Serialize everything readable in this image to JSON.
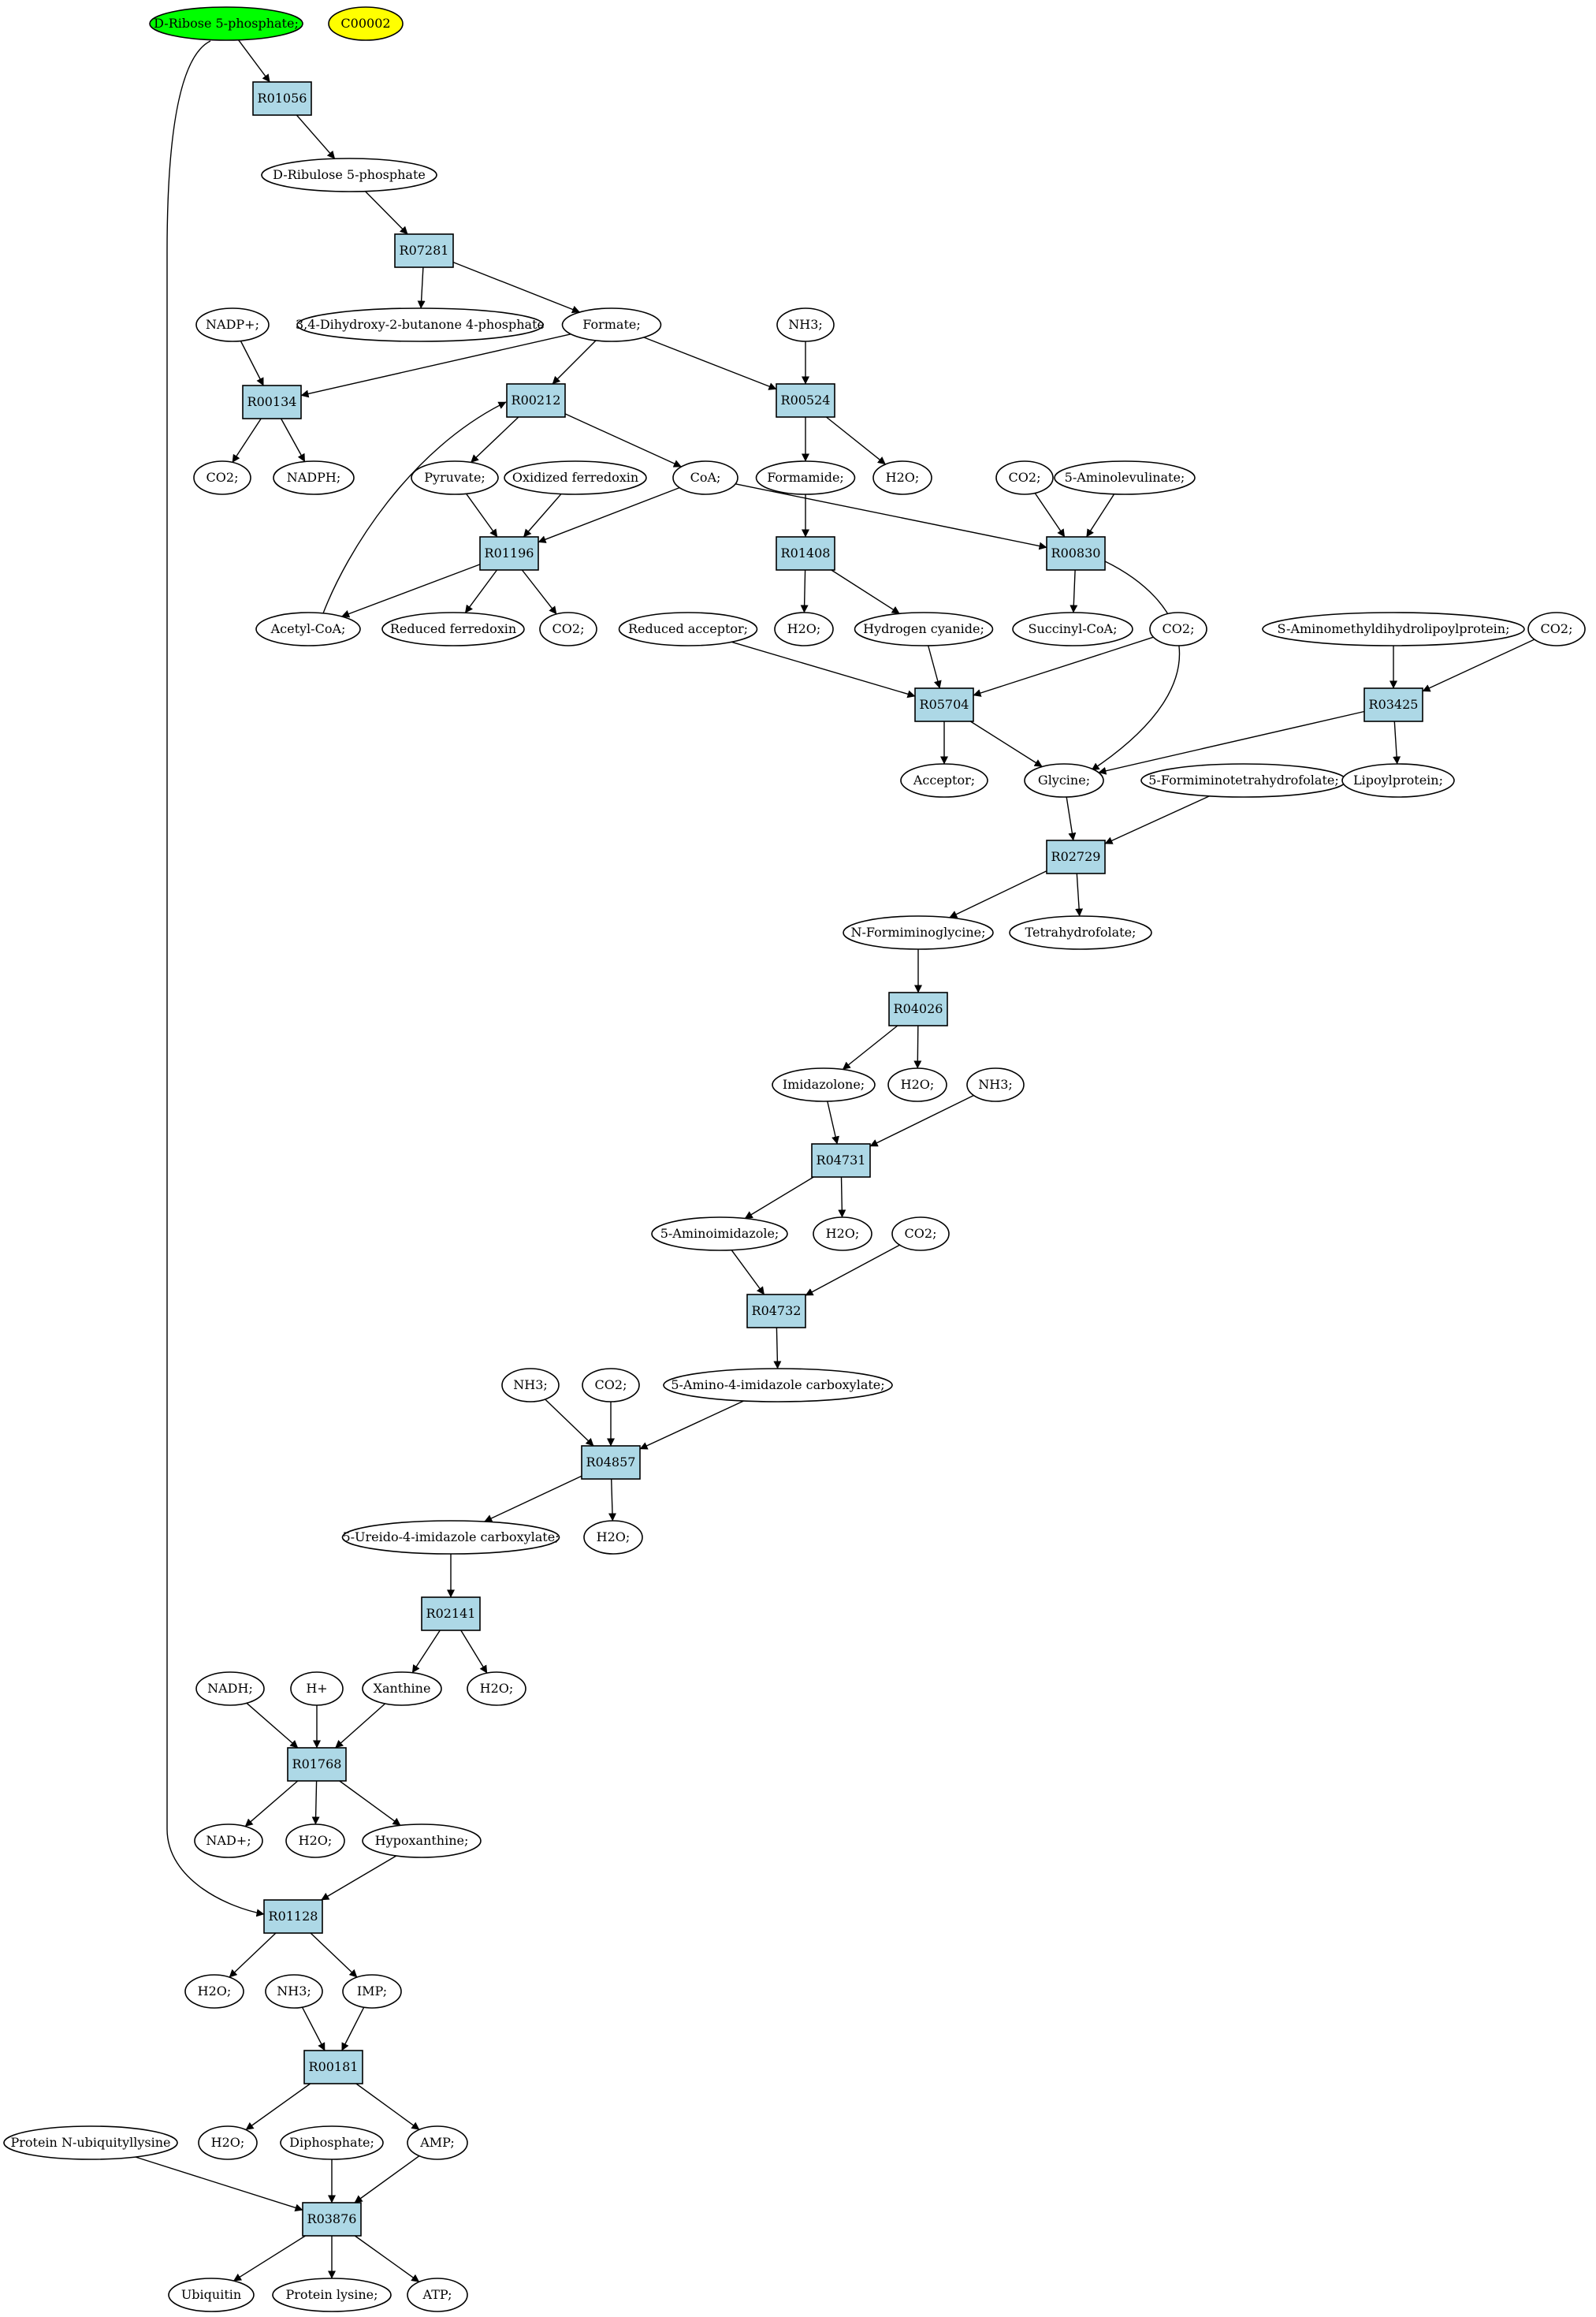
{
  "colors": {
    "compound_fill": "#ffffff",
    "reaction_fill": "#add8e6",
    "start_fill": "#00ff00",
    "extra_fill": "#ffff00",
    "stroke": "#000000"
  },
  "nodes": [
    {
      "id": "ribose5p",
      "kind": "compound",
      "label": "D-Ribose 5-phosphate;",
      "style": "start"
    },
    {
      "id": "c00002",
      "kind": "compound",
      "label": "C00002",
      "style": "extra"
    },
    {
      "id": "R01056",
      "kind": "reaction",
      "label": "R01056"
    },
    {
      "id": "ribulose5p",
      "kind": "compound",
      "label": "D-Ribulose 5-phosphate"
    },
    {
      "id": "R07281",
      "kind": "reaction",
      "label": "R07281"
    },
    {
      "id": "dhbp",
      "kind": "compound",
      "label": "3,4-Dihydroxy-2-butanone 4-phosphate"
    },
    {
      "id": "formate",
      "kind": "compound",
      "label": "Formate;"
    },
    {
      "id": "nadp",
      "kind": "compound",
      "label": "NADP+;"
    },
    {
      "id": "nh3a",
      "kind": "compound",
      "label": "NH3;"
    },
    {
      "id": "R00134",
      "kind": "reaction",
      "label": "R00134"
    },
    {
      "id": "R00212",
      "kind": "reaction",
      "label": "R00212"
    },
    {
      "id": "R00524",
      "kind": "reaction",
      "label": "R00524"
    },
    {
      "id": "co2a",
      "kind": "compound",
      "label": "CO2;"
    },
    {
      "id": "nadph",
      "kind": "compound",
      "label": "NADPH;"
    },
    {
      "id": "pyruvate",
      "kind": "compound",
      "label": "Pyruvate;"
    },
    {
      "id": "oxferr",
      "kind": "compound",
      "label": "Oxidized ferredoxin"
    },
    {
      "id": "coa",
      "kind": "compound",
      "label": "CoA;"
    },
    {
      "id": "formamide",
      "kind": "compound",
      "label": "Formamide;"
    },
    {
      "id": "h2oa",
      "kind": "compound",
      "label": "H2O;"
    },
    {
      "id": "co2b",
      "kind": "compound",
      "label": "CO2;"
    },
    {
      "id": "aminolev",
      "kind": "compound",
      "label": "5-Aminolevulinate;"
    },
    {
      "id": "R01196",
      "kind": "reaction",
      "label": "R01196"
    },
    {
      "id": "R01408",
      "kind": "reaction",
      "label": "R01408"
    },
    {
      "id": "R00830",
      "kind": "reaction",
      "label": "R00830"
    },
    {
      "id": "acetylcoa",
      "kind": "compound",
      "label": "Acetyl-CoA;"
    },
    {
      "id": "redferr",
      "kind": "compound",
      "label": "Reduced ferredoxin"
    },
    {
      "id": "co2c",
      "kind": "compound",
      "label": "CO2;"
    },
    {
      "id": "redacc",
      "kind": "compound",
      "label": "Reduced acceptor;"
    },
    {
      "id": "h2ob",
      "kind": "compound",
      "label": "H2O;"
    },
    {
      "id": "hcn",
      "kind": "compound",
      "label": "Hydrogen cyanide;"
    },
    {
      "id": "succoa",
      "kind": "compound",
      "label": "Succinyl-CoA;"
    },
    {
      "id": "co2d",
      "kind": "compound",
      "label": "CO2;"
    },
    {
      "id": "samdlp",
      "kind": "compound",
      "label": "S-Aminomethyldihydrolipoylprotein;"
    },
    {
      "id": "co2e",
      "kind": "compound",
      "label": "CO2;"
    },
    {
      "id": "R05704",
      "kind": "reaction",
      "label": "R05704"
    },
    {
      "id": "R03425",
      "kind": "reaction",
      "label": "R03425"
    },
    {
      "id": "acceptor",
      "kind": "compound",
      "label": "Acceptor;"
    },
    {
      "id": "glycine",
      "kind": "compound",
      "label": "Glycine;"
    },
    {
      "id": "formthf",
      "kind": "compound",
      "label": "5-Formiminotetrahydrofolate;"
    },
    {
      "id": "lipoyl",
      "kind": "compound",
      "label": "Lipoylprotein;"
    },
    {
      "id": "R02729",
      "kind": "reaction",
      "label": "R02729"
    },
    {
      "id": "nformgly",
      "kind": "compound",
      "label": "N-Formiminoglycine;"
    },
    {
      "id": "thf",
      "kind": "compound",
      "label": "Tetrahydrofolate;"
    },
    {
      "id": "R04026",
      "kind": "reaction",
      "label": "R04026"
    },
    {
      "id": "imidazolone",
      "kind": "compound",
      "label": "Imidazolone;"
    },
    {
      "id": "h2oc",
      "kind": "compound",
      "label": "H2O;"
    },
    {
      "id": "nh3b",
      "kind": "compound",
      "label": "NH3;"
    },
    {
      "id": "R04731",
      "kind": "reaction",
      "label": "R04731"
    },
    {
      "id": "aminoimid",
      "kind": "compound",
      "label": "5-Aminoimidazole;"
    },
    {
      "id": "h2od",
      "kind": "compound",
      "label": "H2O;"
    },
    {
      "id": "co2f",
      "kind": "compound",
      "label": "CO2;"
    },
    {
      "id": "R04732",
      "kind": "reaction",
      "label": "R04732"
    },
    {
      "id": "nh3c",
      "kind": "compound",
      "label": "NH3;"
    },
    {
      "id": "co2g",
      "kind": "compound",
      "label": "CO2;"
    },
    {
      "id": "aicarb",
      "kind": "compound",
      "label": "5-Amino-4-imidazole carboxylate;"
    },
    {
      "id": "R04857",
      "kind": "reaction",
      "label": "R04857"
    },
    {
      "id": "ureido",
      "kind": "compound",
      "label": "5-Ureido-4-imidazole carboxylate;"
    },
    {
      "id": "h2oe",
      "kind": "compound",
      "label": "H2O;"
    },
    {
      "id": "R02141",
      "kind": "reaction",
      "label": "R02141"
    },
    {
      "id": "nadh",
      "kind": "compound",
      "label": "NADH;"
    },
    {
      "id": "hplus",
      "kind": "compound",
      "label": "H+"
    },
    {
      "id": "xanthine",
      "kind": "compound",
      "label": "Xanthine"
    },
    {
      "id": "h2of",
      "kind": "compound",
      "label": "H2O;"
    },
    {
      "id": "R01768",
      "kind": "reaction",
      "label": "R01768"
    },
    {
      "id": "nad",
      "kind": "compound",
      "label": "NAD+;"
    },
    {
      "id": "h2og",
      "kind": "compound",
      "label": "H2O;"
    },
    {
      "id": "hypox",
      "kind": "compound",
      "label": "Hypoxanthine;"
    },
    {
      "id": "R01128",
      "kind": "reaction",
      "label": "R01128"
    },
    {
      "id": "h2oh",
      "kind": "compound",
      "label": "H2O;"
    },
    {
      "id": "nh3d",
      "kind": "compound",
      "label": "NH3;"
    },
    {
      "id": "imp",
      "kind": "compound",
      "label": "IMP;"
    },
    {
      "id": "R00181",
      "kind": "reaction",
      "label": "R00181"
    },
    {
      "id": "protnubl",
      "kind": "compound",
      "label": "Protein N-ubiquityllysine"
    },
    {
      "id": "h2oi",
      "kind": "compound",
      "label": "H2O;"
    },
    {
      "id": "diphos",
      "kind": "compound",
      "label": "Diphosphate;"
    },
    {
      "id": "amp",
      "kind": "compound",
      "label": "AMP;"
    },
    {
      "id": "R03876",
      "kind": "reaction",
      "label": "R03876"
    },
    {
      "id": "ubiquitin",
      "kind": "compound",
      "label": "Ubiquitin"
    },
    {
      "id": "protlys",
      "kind": "compound",
      "label": "Protein lysine;"
    },
    {
      "id": "atp",
      "kind": "compound",
      "label": "ATP;"
    }
  ],
  "edges": [
    [
      "ribose5p",
      "R01056"
    ],
    [
      "ribose5p",
      "R01128"
    ],
    [
      "R01056",
      "ribulose5p"
    ],
    [
      "ribulose5p",
      "R07281"
    ],
    [
      "R07281",
      "dhbp"
    ],
    [
      "R07281",
      "formate"
    ],
    [
      "formate",
      "R00134"
    ],
    [
      "formate",
      "R00212"
    ],
    [
      "formate",
      "R00524"
    ],
    [
      "nadp",
      "R00134"
    ],
    [
      "nh3a",
      "R00524"
    ],
    [
      "R00134",
      "co2a"
    ],
    [
      "R00134",
      "nadph"
    ],
    [
      "R00212",
      "pyruvate"
    ],
    [
      "R00212",
      "coa"
    ],
    [
      "R00524",
      "formamide"
    ],
    [
      "R00524",
      "h2oa"
    ],
    [
      "pyruvate",
      "R01196"
    ],
    [
      "oxferr",
      "R01196"
    ],
    [
      "coa",
      "R01196"
    ],
    [
      "coa",
      "R00830"
    ],
    [
      "formamide",
      "R01408"
    ],
    [
      "co2b",
      "R00830"
    ],
    [
      "aminolev",
      "R00830"
    ],
    [
      "R01196",
      "acetylcoa"
    ],
    [
      "R01196",
      "redferr"
    ],
    [
      "R01196",
      "co2c"
    ],
    [
      "acetylcoa",
      "R00212"
    ],
    [
      "R01408",
      "h2ob"
    ],
    [
      "R01408",
      "hcn"
    ],
    [
      "R00830",
      "succoa"
    ],
    [
      "R00830",
      "glycine"
    ],
    [
      "redacc",
      "R05704"
    ],
    [
      "hcn",
      "R05704"
    ],
    [
      "co2d",
      "R05704"
    ],
    [
      "samdlp",
      "R03425"
    ],
    [
      "co2e",
      "R03425"
    ],
    [
      "R05704",
      "acceptor"
    ],
    [
      "R05704",
      "glycine"
    ],
    [
      "R03425",
      "glycine"
    ],
    [
      "R03425",
      "lipoyl"
    ],
    [
      "glycine",
      "R02729"
    ],
    [
      "formthf",
      "R02729"
    ],
    [
      "R02729",
      "nformgly"
    ],
    [
      "R02729",
      "thf"
    ],
    [
      "nformgly",
      "R04026"
    ],
    [
      "R04026",
      "imidazolone"
    ],
    [
      "R04026",
      "h2oc"
    ],
    [
      "imidazolone",
      "R04731"
    ],
    [
      "nh3b",
      "R04731"
    ],
    [
      "R04731",
      "aminoimid"
    ],
    [
      "R04731",
      "h2od"
    ],
    [
      "aminoimid",
      "R04732"
    ],
    [
      "co2f",
      "R04732"
    ],
    [
      "R04732",
      "aicarb"
    ],
    [
      "nh3c",
      "R04857"
    ],
    [
      "co2g",
      "R04857"
    ],
    [
      "aicarb",
      "R04857"
    ],
    [
      "R04857",
      "ureido"
    ],
    [
      "R04857",
      "h2oe"
    ],
    [
      "ureido",
      "R02141"
    ],
    [
      "R02141",
      "xanthine"
    ],
    [
      "R02141",
      "h2of"
    ],
    [
      "nadh",
      "R01768"
    ],
    [
      "hplus",
      "R01768"
    ],
    [
      "xanthine",
      "R01768"
    ],
    [
      "R01768",
      "nad"
    ],
    [
      "R01768",
      "h2og"
    ],
    [
      "R01768",
      "hypox"
    ],
    [
      "hypox",
      "R01128"
    ],
    [
      "R01128",
      "h2oh"
    ],
    [
      "R01128",
      "imp"
    ],
    [
      "nh3d",
      "R00181"
    ],
    [
      "imp",
      "R00181"
    ],
    [
      "R00181",
      "h2oi"
    ],
    [
      "R00181",
      "amp"
    ],
    [
      "protnubl",
      "R03876"
    ],
    [
      "diphos",
      "R03876"
    ],
    [
      "amp",
      "R03876"
    ],
    [
      "R03876",
      "ubiquitin"
    ],
    [
      "R03876",
      "protlys"
    ],
    [
      "R03876",
      "atp"
    ]
  ]
}
